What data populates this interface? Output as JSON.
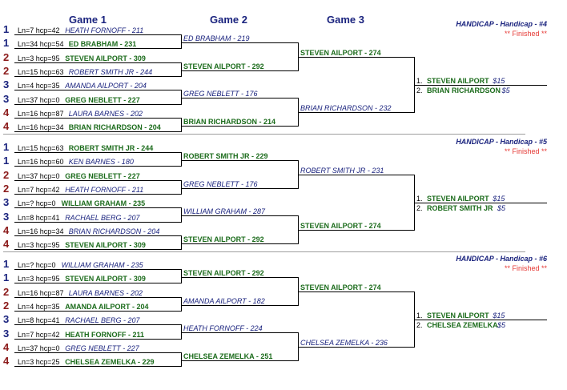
{
  "headers": {
    "game1": "Game 1",
    "game2": "Game 2",
    "game3": "Game 3"
  },
  "colors": {
    "blue": "#1a237e",
    "green": "#1b6b1b",
    "red_finished": "#e53935",
    "seed_blue": "#1a237e",
    "seed_red": "#8b1a1a"
  },
  "brackets": [
    {
      "title": "HANDICAP - Handicap - #4",
      "status": "** Finished **",
      "game1": [
        {
          "seed": "1",
          "prefix": "Ln=7  hcp=42",
          "name": "HEATH FORNOFF - 211",
          "winner": false
        },
        {
          "seed": "1",
          "prefix": "Ln=34  hcp=54",
          "name": "ED BRABHAM - 231",
          "winner": true
        },
        {
          "seed": "2",
          "prefix": "Ln=3  hcp=95",
          "name": "STEVEN AILPORT - 309",
          "winner": true
        },
        {
          "seed": "2",
          "prefix": "Ln=15  hcp=63",
          "name": "ROBERT SMITH JR - 244",
          "winner": false
        },
        {
          "seed": "3",
          "prefix": "Ln=4  hcp=35",
          "name": "AMANDA AILPORT - 204",
          "winner": false
        },
        {
          "seed": "3",
          "prefix": "Ln=37  hcp=0",
          "name": "GREG NEBLETT - 227",
          "winner": true
        },
        {
          "seed": "4",
          "prefix": "Ln=16  hcp=87",
          "name": "LAURA BARNES - 202",
          "winner": false
        },
        {
          "seed": "4",
          "prefix": "Ln=16  hcp=34",
          "name": "BRIAN RICHARDSON - 204",
          "winner": true
        }
      ],
      "game2": [
        {
          "name": "ED BRABHAM - 219",
          "winner": false
        },
        {
          "name": "STEVEN AILPORT - 292",
          "winner": true
        },
        {
          "name": "GREG NEBLETT - 176",
          "winner": false
        },
        {
          "name": "BRIAN RICHARDSON - 214",
          "winner": true
        }
      ],
      "game3": [
        {
          "name": "STEVEN AILPORT - 274",
          "winner": true
        },
        {
          "name": "BRIAN RICHARDSON - 232",
          "winner": false
        }
      ],
      "results": [
        {
          "place": "1.",
          "name": "STEVEN AILPORT",
          "prize": "$15"
        },
        {
          "place": "2.",
          "name": "BRIAN RICHARDSON",
          "prize": "$5"
        }
      ]
    },
    {
      "title": "HANDICAP - Handicap - #5",
      "status": "** Finished **",
      "game1": [
        {
          "seed": "1",
          "prefix": "Ln=15  hcp=63",
          "name": "ROBERT SMITH JR - 244",
          "winner": true
        },
        {
          "seed": "1",
          "prefix": "Ln=16  hcp=60",
          "name": "KEN BARNES - 180",
          "winner": false
        },
        {
          "seed": "2",
          "prefix": "Ln=37  hcp=0",
          "name": "GREG NEBLETT - 227",
          "winner": true
        },
        {
          "seed": "2",
          "prefix": "Ln=7  hcp=42",
          "name": "HEATH FORNOFF - 211",
          "winner": false
        },
        {
          "seed": "3",
          "prefix": "Ln=?  hcp=0",
          "name": "WILLIAM GRAHAM - 235",
          "winner": true
        },
        {
          "seed": "3",
          "prefix": "Ln=8  hcp=41",
          "name": "RACHAEL BERG - 207",
          "winner": false
        },
        {
          "seed": "4",
          "prefix": "Ln=16  hcp=34",
          "name": "BRIAN RICHARDSON - 204",
          "winner": false
        },
        {
          "seed": "4",
          "prefix": "Ln=3  hcp=95",
          "name": "STEVEN AILPORT - 309",
          "winner": true
        }
      ],
      "game2": [
        {
          "name": "ROBERT SMITH JR - 229",
          "winner": true
        },
        {
          "name": "GREG NEBLETT - 176",
          "winner": false
        },
        {
          "name": "WILLIAM GRAHAM - 287",
          "winner": false
        },
        {
          "name": "STEVEN AILPORT - 292",
          "winner": true
        }
      ],
      "game3": [
        {
          "name": "ROBERT SMITH JR - 231",
          "winner": false
        },
        {
          "name": "STEVEN AILPORT - 274",
          "winner": true
        }
      ],
      "results": [
        {
          "place": "1.",
          "name": "STEVEN AILPORT",
          "prize": "$15"
        },
        {
          "place": "2.",
          "name": "ROBERT SMITH JR",
          "prize": "$5"
        }
      ]
    },
    {
      "title": "HANDICAP - Handicap - #6",
      "status": "** Finished **",
      "game1": [
        {
          "seed": "1",
          "prefix": "Ln=?  hcp=0",
          "name": "WILLIAM GRAHAM - 235",
          "winner": false
        },
        {
          "seed": "1",
          "prefix": "Ln=3  hcp=95",
          "name": "STEVEN AILPORT - 309",
          "winner": true
        },
        {
          "seed": "2",
          "prefix": "Ln=16  hcp=87",
          "name": "LAURA BARNES - 202",
          "winner": false
        },
        {
          "seed": "2",
          "prefix": "Ln=4  hcp=35",
          "name": "AMANDA AILPORT - 204",
          "winner": true
        },
        {
          "seed": "3",
          "prefix": "Ln=8  hcp=41",
          "name": "RACHAEL BERG - 207",
          "winner": false
        },
        {
          "seed": "3",
          "prefix": "Ln=7  hcp=42",
          "name": "HEATH FORNOFF - 211",
          "winner": true
        },
        {
          "seed": "4",
          "prefix": "Ln=37  hcp=0",
          "name": "GREG NEBLETT - 227",
          "winner": false
        },
        {
          "seed": "4",
          "prefix": "Ln=3  hcp=25",
          "name": "CHELSEA ZEMELKA - 229",
          "winner": true
        }
      ],
      "game2": [
        {
          "name": "STEVEN AILPORT - 292",
          "winner": true
        },
        {
          "name": "AMANDA AILPORT - 182",
          "winner": false
        },
        {
          "name": "HEATH FORNOFF - 224",
          "winner": false
        },
        {
          "name": "CHELSEA ZEMELKA - 251",
          "winner": true
        }
      ],
      "game3": [
        {
          "name": "STEVEN AILPORT - 274",
          "winner": true
        },
        {
          "name": "CHELSEA ZEMELKA - 236",
          "winner": false
        }
      ],
      "results": [
        {
          "place": "1.",
          "name": "STEVEN AILPORT",
          "prize": "$15"
        },
        {
          "place": "2.",
          "name": "CHELSEA ZEMELKA",
          "prize": "$5"
        }
      ]
    }
  ]
}
